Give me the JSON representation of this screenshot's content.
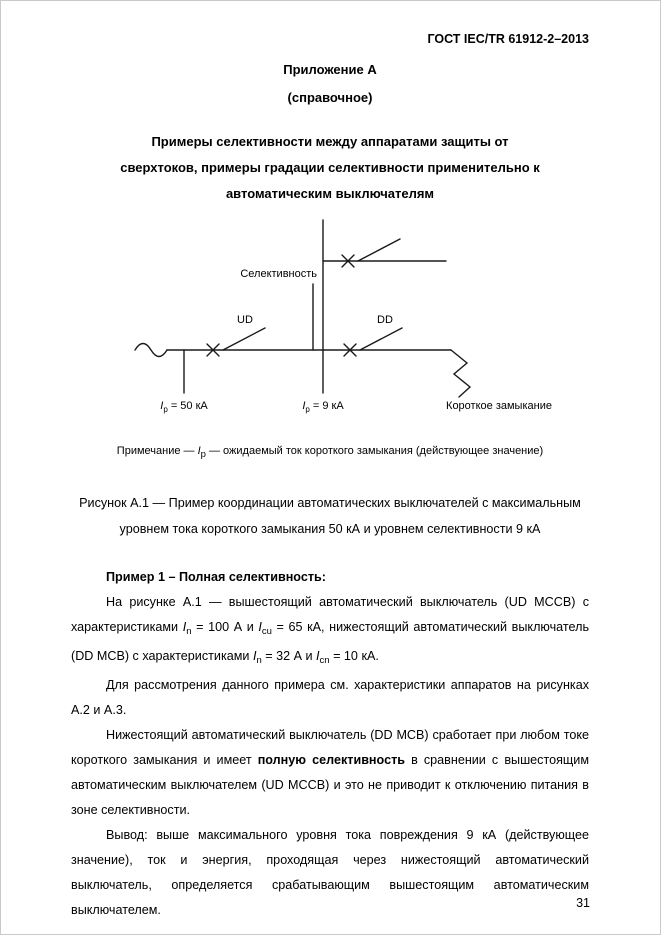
{
  "document": {
    "header": "ГОСТ IEC/TR 61912-2–2013",
    "page_number": "31"
  },
  "appendix": {
    "title": "Приложение А",
    "subtitle": "(справочное)",
    "heading_lines": [
      "Примеры селективности между аппаратами защиты от",
      "сверхтоков, примеры градации селективности применительно к",
      "автоматическим выключателям"
    ]
  },
  "figure": {
    "labels": {
      "selectivity": "Селективность",
      "upstream_device": "UD",
      "downstream_device": "DD",
      "current_symbol": "I",
      "current_subscript": "p",
      "source_current_rest": " = 50 кА",
      "selectivity_current_rest": " = 9 кА",
      "short_circuit": "Короткое замыкание"
    },
    "note_segments": [
      {
        "t": "Примечание — "
      },
      {
        "t": "I",
        "s": "iv"
      },
      {
        "t": "p",
        "s": "sub"
      },
      {
        "t": " — ожидаемый ток короткого замыкания (действующее значение)"
      }
    ],
    "caption_lines": [
      "Рисунок А.1 — Пример координации автоматических выключателей с максимальным",
      "уровнем тока короткого замыкания 50 кА и уровнем селективности 9 кА"
    ]
  },
  "body": {
    "example_heading": "Пример 1 – Полная селективность:",
    "paragraphs": [
      [
        {
          "t": "На рисунке А.1 — вышестоящий автоматический выключатель (UD MCCB) с характеристиками "
        },
        {
          "t": "I",
          "s": "iv"
        },
        {
          "t": "n",
          "s": "sub"
        },
        {
          "t": " = 100 А и "
        },
        {
          "t": "I",
          "s": "iv"
        },
        {
          "t": "cu",
          "s": "sub"
        },
        {
          "t": " = 65 кА, нижестоящий автоматический выключатель (DD MCB) с характеристиками "
        },
        {
          "t": "I",
          "s": "iv"
        },
        {
          "t": "n",
          "s": "sub"
        },
        {
          "t": " = 32 А и "
        },
        {
          "t": "I",
          "s": "iv"
        },
        {
          "t": "cn",
          "s": "sub"
        },
        {
          "t": " = 10 кА."
        }
      ],
      [
        {
          "t": "Для рассмотрения данного примера см. характеристики аппаратов на рисунках А.2 и А.3."
        }
      ],
      [
        {
          "t": "Нижестоящий автоматический выключатель (DD MCB) сработает при любом токе короткого замыкания и имеет "
        },
        {
          "t": "полную селективность",
          "s": "b"
        },
        {
          "t": " в сравнении с вышестоящим автоматическим выключателем (UD MCCB) и это не приводит к отключению питания в зоне селективности."
        }
      ],
      [
        {
          "t": "Вывод: выше максимального уровня тока повреждения 9 кА (действующее значение), ток и энергия, проходящая через нижестоящий автоматический выключатель, определяется срабатывающим вышестоящим автоматическим выключателем."
        }
      ]
    ]
  }
}
